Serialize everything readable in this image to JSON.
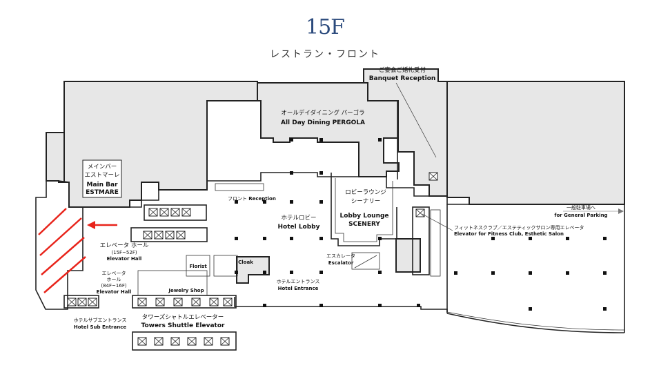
{
  "floor": {
    "title": "15F",
    "subtitle": "レストラン・フロント"
  },
  "labels": {
    "banquet_jp": "ご宴会ご婚礼受付",
    "banquet_en": "Banquet Reception",
    "dining_jp": "オールデイダイニング パーゴラ",
    "dining_en": "All Day Dining PERGOLA",
    "mainbar_jp1": "メインバー",
    "mainbar_jp2": "エストマーレ",
    "mainbar_en1": "Main Bar",
    "mainbar_en2": "ESTMARE",
    "reception_jp": "フロント",
    "reception_en": "Reception",
    "lobby_jp": "ホテルロビー",
    "lobby_en": "Hotel Lobby",
    "lounge_jp1": "ロビーラウンジ",
    "lounge_jp2": "シーナリー",
    "lounge_en1": "Lobby Lounge",
    "lounge_en2": "SCENERY",
    "elevhall_jp": "エレベータ ホール",
    "elevhall_range": "(15F~52F)",
    "elevhall_en": "Elevator Hall",
    "elevhall2_jp1": "エレベータ",
    "elevhall2_jp2": "ホール",
    "elevhall2_range": "(84F~16F)",
    "elevhall2_en": "Elevator Hall",
    "florist": "Florist",
    "cloak": "Cloak",
    "jewelry": "Jewelry Shop",
    "escalator_jp": "エスカレータ",
    "escalator_en": "Escalator",
    "entrance_jp": "ホテルエントランス",
    "entrance_en": "Hotel Entrance",
    "subentrance_jp": "ホテルサブエントランス",
    "subentrance_en": "Hotel Sub Entrance",
    "shuttle_jp": "タワーズシャトルエレベーター",
    "shuttle_en": "Towers Shuttle Elevator",
    "parking_jp": "一般駐車場へ",
    "parking_en": "for General Parking",
    "fitness_jp": "フィットネスクラブ／エステティックサロン専用エレベータ",
    "fitness_en": "Elevator for Fitness Club, Esthetic Salon"
  },
  "colors": {
    "title": "#2b4a7c",
    "hatch": "#e8231a",
    "arrow": "#e8231a",
    "area": "#e7e7e7"
  }
}
